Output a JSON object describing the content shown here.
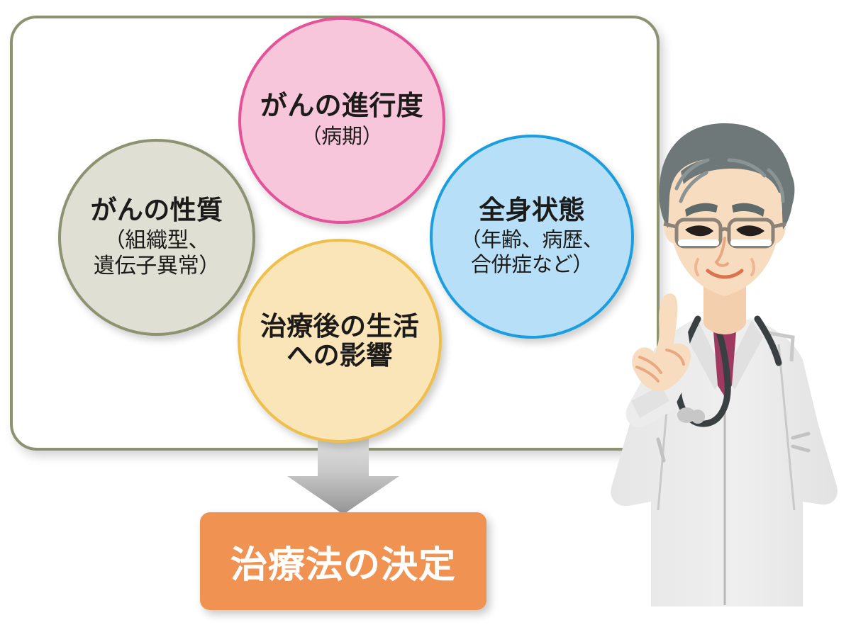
{
  "diagram": {
    "title_flow": "治療法の決定",
    "panel": {
      "border_color": "#8d9370"
    },
    "factors": [
      {
        "id": "quality",
        "title": "がんの性質",
        "subtitle": "（組織型、\n遺伝子異常）",
        "fill": "#dfdfd4",
        "stroke": "#8d9370"
      },
      {
        "id": "stage",
        "title": "がんの進行度",
        "subtitle": "（病期）",
        "fill": "#f7c6da",
        "stroke": "#e4529a"
      },
      {
        "id": "condition",
        "title": "全身状態",
        "subtitle": "（年齢、病歴、\n合併症など）",
        "fill": "#b7dff8",
        "stroke": "#1b9ede"
      },
      {
        "id": "qol",
        "title": "治療後の生活\nへの影響",
        "subtitle": "",
        "fill": "#fae5b8",
        "stroke": "#f0bf4b"
      }
    ],
    "arrow": {
      "direction": "down",
      "fill_top": "#dcdcdc",
      "fill_bottom": "#9a9a9a"
    },
    "result": {
      "label": "治療法の決定",
      "fill": "#f09251",
      "text_color": "#ffffff"
    },
    "illustration": {
      "name": "doctor-pointing-up",
      "hair_color": "#6e7878",
      "skin_color": "#f8dcc0",
      "coat_color": "#ededed",
      "tie_color": "#9e3a5f",
      "stethoscope_color": "#3a3f42",
      "glasses_color": "#8b8378"
    }
  }
}
